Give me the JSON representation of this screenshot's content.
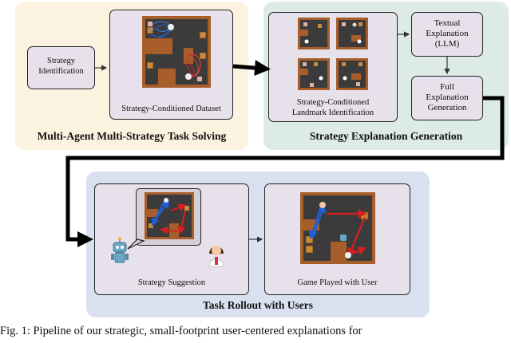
{
  "stages": {
    "solving": {
      "title": "Multi-Agent Multi-Strategy Task Solving",
      "identification": {
        "line1": "Strategy",
        "line2": "Identification"
      },
      "dataset_label": "Strategy-Conditioned Dataset"
    },
    "explanation": {
      "title": "Strategy Explanation Generation",
      "landmark": {
        "line1": "Strategy-Conditioned",
        "line2": "Landmark Identification"
      },
      "textual": {
        "line1": "Textual",
        "line2": "Explanation",
        "line3": "(LLM)"
      },
      "full": {
        "line1": "Full",
        "line2": "Explanation",
        "line3": "Generation"
      }
    },
    "rollout": {
      "title": "Task Rollout with Users",
      "suggestion_label": "Strategy Suggestion",
      "game_label": "Game Played with User"
    }
  },
  "caption": "Fig. 1:   Pipeline of our strategic, small-footprint user-centered explanations for"
}
